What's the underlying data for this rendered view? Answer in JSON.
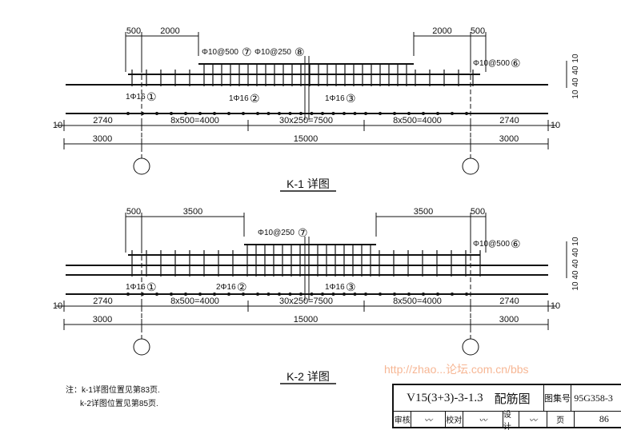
{
  "k1": {
    "top_dims": [
      "500",
      "2000",
      "2000",
      "500"
    ],
    "rebar_labels": [
      "Φ10@500",
      "Φ10@250",
      "Φ10@500",
      "1Φ16",
      "1Φ16",
      "1Φ16"
    ],
    "markers": [
      "⑦",
      "⑧",
      "⑥",
      "①",
      "②",
      "③"
    ],
    "dims_row1": [
      "10",
      "2740",
      "8x500=4000",
      "30x250=7500",
      "8x500=4000",
      "2740",
      "10"
    ],
    "dims_row2": [
      "3000",
      "15000",
      "3000"
    ],
    "side_dims": [
      "10",
      "40",
      "40",
      "10"
    ],
    "title": "K-1 详图"
  },
  "k2": {
    "top_dims": [
      "500",
      "3500",
      "3500",
      "500"
    ],
    "rebar_labels": [
      "Φ10@250",
      "Φ10@500",
      "1Φ16",
      "2Φ16",
      "1Φ16"
    ],
    "markers": [
      "⑦",
      "⑥",
      "①",
      "②",
      "③"
    ],
    "dims_row1": [
      "10",
      "2740",
      "8x500=4000",
      "30x250=7500",
      "8x500=4000",
      "2740",
      "10"
    ],
    "dims_row2": [
      "3000",
      "15000",
      "3000"
    ],
    "side_dims": [
      "10",
      "40",
      "40",
      "40",
      "10"
    ],
    "title": "K-2 详图"
  },
  "notes": [
    "注：k-1详图位置见第83页.",
    "k-2详图位置见第85页."
  ],
  "title_block": {
    "drawing_no": "V15(3+3)-3-1.3",
    "drawing_name": "配筋图",
    "atlas_label": "图集号",
    "atlas_no": "95G358-3",
    "review_label": "审核",
    "check_label": "校对",
    "design_label": "设计",
    "page_label": "页",
    "page_no": "86"
  },
  "watermark": "http://zhao...论坛.com.cn/bbs"
}
